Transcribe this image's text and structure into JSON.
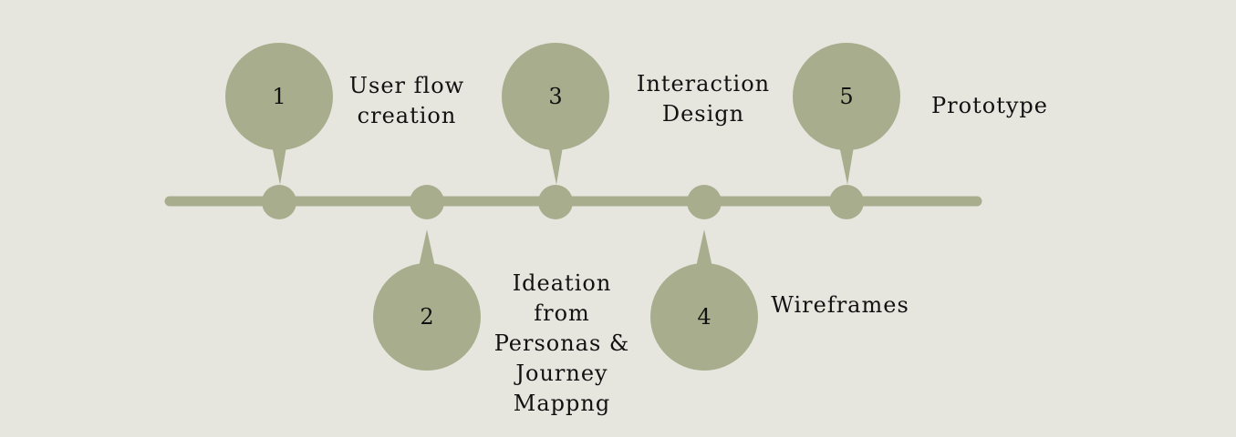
{
  "colors": {
    "background": "#e6e6df",
    "accent": "#a8ae8d",
    "text": "#111111"
  },
  "steps": [
    {
      "number": "1",
      "label": "User flow\ncreation",
      "position": "above"
    },
    {
      "number": "2",
      "label": "Ideation\nfrom\nPersonas &\nJourney\nMappng",
      "position": "below"
    },
    {
      "number": "3",
      "label": "Interaction\nDesign",
      "position": "above"
    },
    {
      "number": "4",
      "label": "Wireframes",
      "position": "below"
    },
    {
      "number": "5",
      "label": "Prototype",
      "position": "above"
    }
  ]
}
